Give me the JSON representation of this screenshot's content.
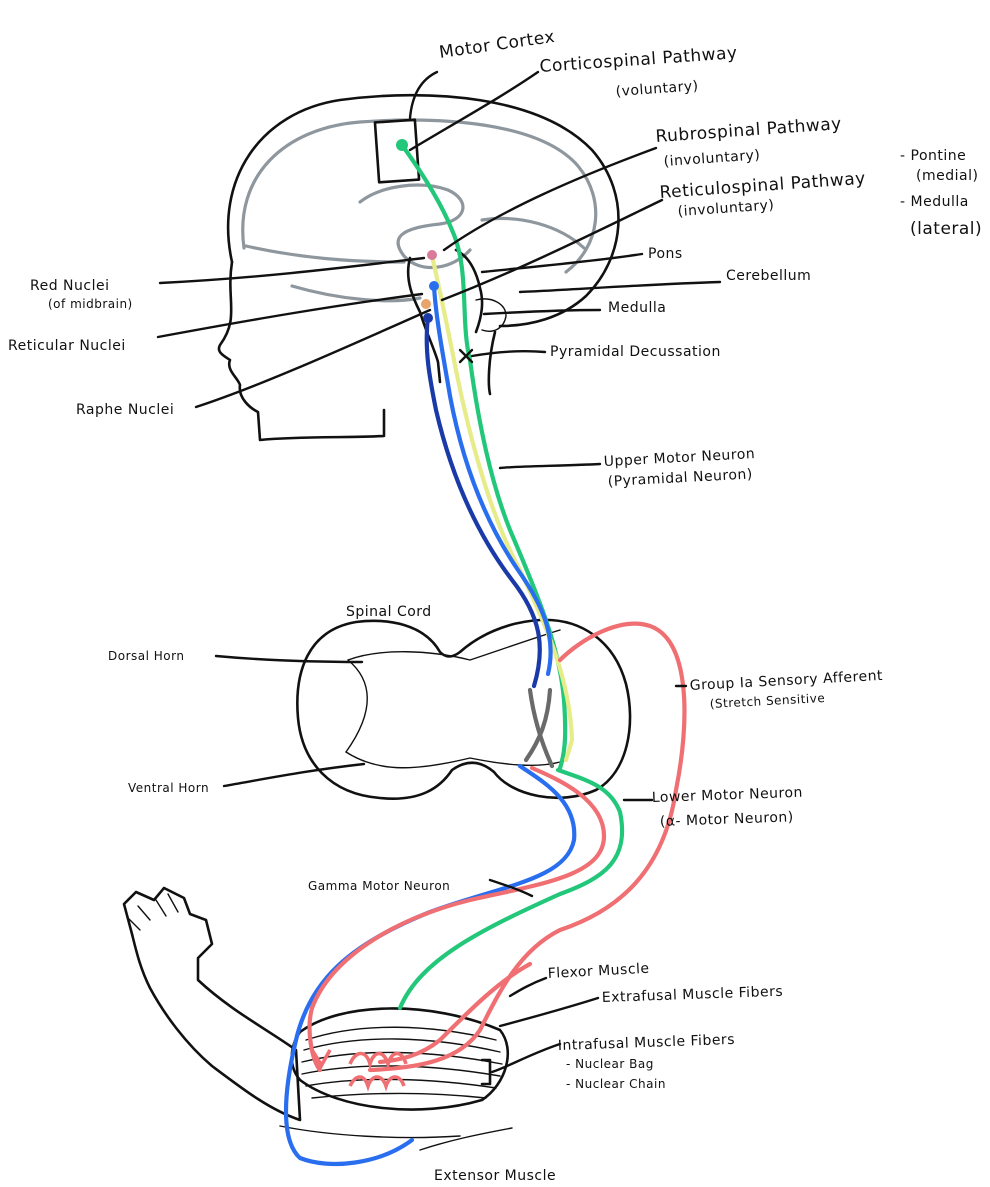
{
  "colors": {
    "corticospinal": "#22c77a",
    "rubrospinal": "#e7ec8a",
    "reticulospinal_pontine": "#2a6ef0",
    "reticulospinal_medullary": "#1a3aa8",
    "sensory_afferent": "#ef6f72",
    "gamma": "#2a6ef0",
    "interneuron": "#6a6a6a",
    "red_nuclei": "#d97a9a",
    "raphe_nuclei": "#e8a46a",
    "outline": "#111111",
    "brain_contour": "#8f979e"
  },
  "labels": {
    "motor_cortex": "Motor Cortex",
    "corticospinal_1": "Corticospinal Pathway",
    "corticospinal_2": "(voluntary)",
    "rubrospinal_1": "Rubrospinal Pathway",
    "rubrospinal_2": "(involuntary)",
    "reticulospinal_1": "Reticulospinal Pathway",
    "reticulospinal_2": "(involuntary)",
    "pontine_1": "- Pontine",
    "pontine_2": "(medial)",
    "medulla_side_1": "- Medulla",
    "medulla_side_2": "(lateral)",
    "pons": "Pons",
    "cerebellum": "Cerebellum",
    "medulla": "Medulla",
    "pyramidal_decussation": "Pyramidal Decussation",
    "red_nuclei_1": "Red Nuclei",
    "red_nuclei_2": "(of midbrain)",
    "reticular_nuclei": "Reticular Nuclei",
    "raphe_nuclei": "Raphe Nuclei",
    "upper_motor_neuron_1": "Upper Motor Neuron",
    "upper_motor_neuron_2": "(Pyramidal Neuron)",
    "spinal_cord": "Spinal Cord",
    "dorsal_horn": "Dorsal Horn",
    "ventral_horn": "Ventral Horn",
    "group_ia_1": "Group Ia Sensory Afferent",
    "group_ia_2": "(Stretch Sensitive",
    "lower_motor_neuron_1": "Lower Motor Neuron",
    "lower_motor_neuron_2": "(α- Motor Neuron)",
    "gamma_motor_neuron": "Gamma Motor Neuron",
    "flexor_muscle": "Flexor Muscle",
    "extrafusal": "Extrafusal Muscle Fibers",
    "intrafusal": "Intrafusal Muscle Fibers",
    "nuclear_bag": "- Nuclear Bag",
    "nuclear_chain": "- Nuclear Chain",
    "extensor_muscle": "Extensor Muscle"
  }
}
